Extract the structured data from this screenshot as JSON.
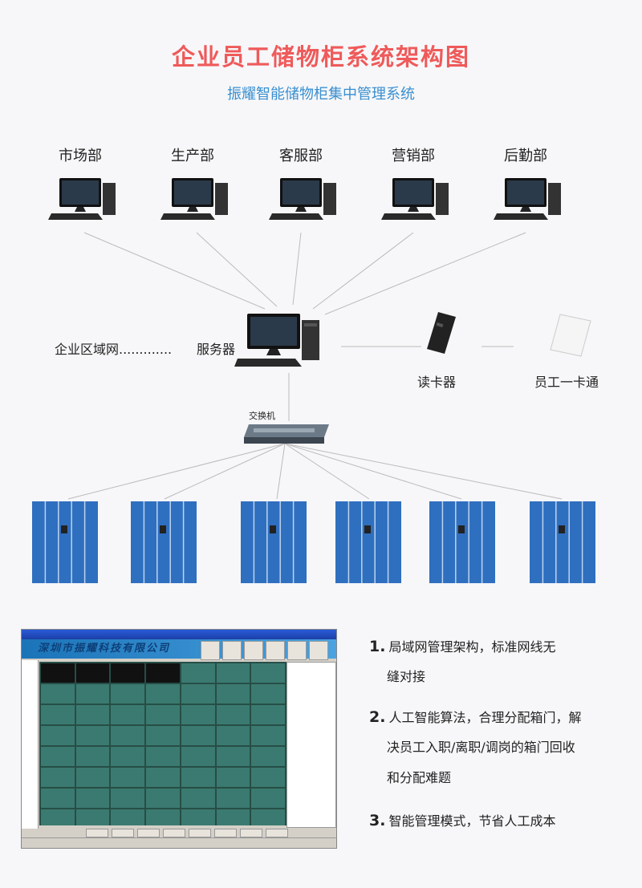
{
  "title": "企业员工储物柜系统架构图",
  "subtitle": "振耀智能储物柜集中管理系统",
  "departments": [
    "市场部",
    "生产部",
    "客服部",
    "营销部",
    "后勤部"
  ],
  "network_label": "企业区域网.............",
  "server_label": "服务器",
  "switch_label": "交换机",
  "reader_label": "读卡器",
  "card_label": "员工一卡通",
  "software": {
    "company_banner": "深圳市振耀科技有限公司"
  },
  "features": [
    {
      "num": "1.",
      "lines": [
        "局域网管理架构，标准网线无",
        "缝对接"
      ]
    },
    {
      "num": "2.",
      "lines": [
        "人工智能算法，合理分配箱门，解",
        "决员工入职/离职/调岗的箱门回收",
        "和分配难题"
      ]
    },
    {
      "num": "3.",
      "lines": [
        "智能管理模式，节省人工成本"
      ]
    }
  ],
  "colors": {
    "title": "#ef5a5a",
    "subtitle": "#3a8fd0",
    "locker": "#2f6fbf"
  }
}
